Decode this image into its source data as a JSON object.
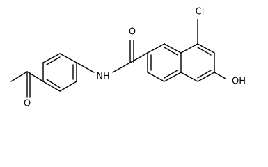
{
  "structure": {
    "atoms": {
      "carbonyl_oxygen_amide": "O",
      "amide_nitrogen": "NH",
      "chlorine": "Cl",
      "hydroxyl": "OH",
      "ketone_oxygen": "O"
    },
    "colors": {
      "bond": "#000000",
      "label": "#000000",
      "background": "#ffffff"
    }
  }
}
